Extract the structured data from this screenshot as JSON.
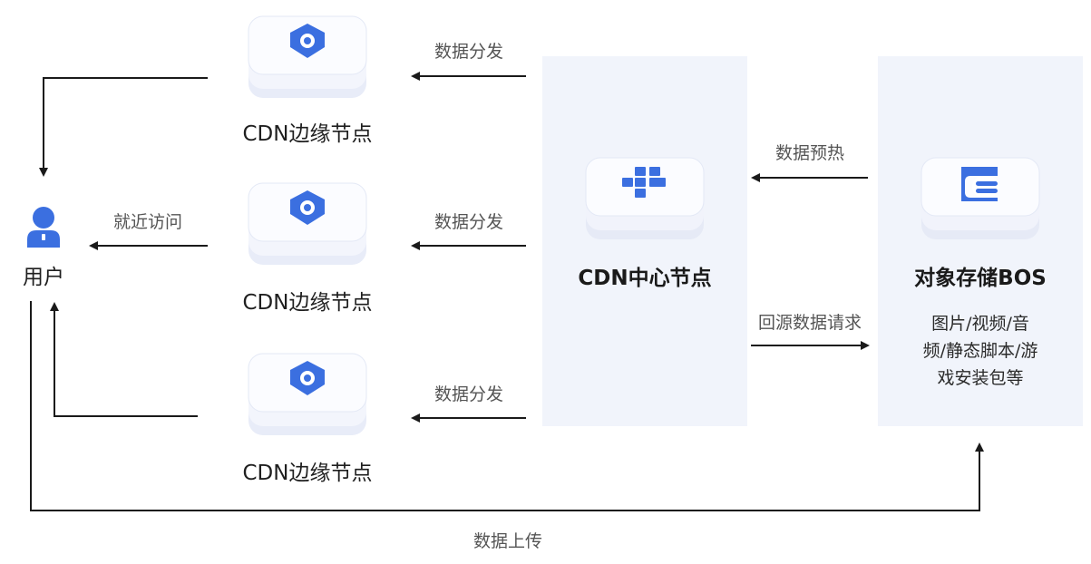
{
  "user": {
    "label": "用户"
  },
  "edge_nodes": [
    {
      "label": "CDN边缘节点",
      "arrow_label": "数据分发"
    },
    {
      "label": "CDN边缘节点",
      "arrow_label": "数据分发"
    },
    {
      "label": "CDN边缘节点",
      "arrow_label": "数据分发"
    }
  ],
  "nearby_access_label": "就近访问",
  "center_node": {
    "label": "CDN中心节点"
  },
  "storage": {
    "label": "对象存储BOS",
    "desc_lines": [
      "图片/视频/音",
      "频/静态脚本/游",
      "戏安装包等"
    ]
  },
  "preheat_label": "数据预热",
  "origin_request_label": "回源数据请求",
  "upload_label": "数据上传",
  "colors": {
    "accent": "#3b6fe0",
    "panel": "#f1f4fb",
    "line": "#1a1a1a"
  }
}
